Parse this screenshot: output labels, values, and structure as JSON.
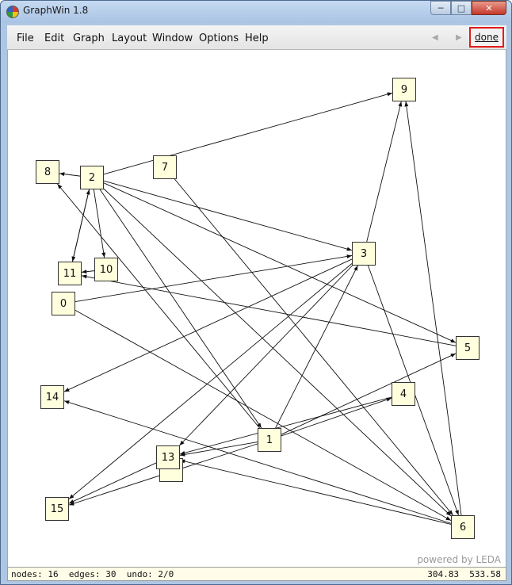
{
  "window": {
    "title": "GraphWin 1.8"
  },
  "menu": {
    "items": [
      {
        "name": "menu-file",
        "label": "File"
      },
      {
        "name": "menu-edit",
        "label": "Edit"
      },
      {
        "name": "menu-graph",
        "label": "Graph"
      },
      {
        "name": "menu-layout",
        "label": "Layout"
      },
      {
        "name": "menu-window",
        "label": "Window"
      },
      {
        "name": "menu-options",
        "label": "Options"
      },
      {
        "name": "menu-help",
        "label": "Help"
      }
    ],
    "done_label": "done"
  },
  "graph": {
    "node_count": 16,
    "edge_count": 30,
    "edges": [
      [
        2,
        8
      ],
      [
        2,
        9
      ],
      [
        2,
        3
      ],
      [
        2,
        5
      ],
      [
        2,
        11
      ],
      [
        2,
        10
      ],
      [
        2,
        6
      ],
      [
        2,
        1
      ],
      [
        11,
        2
      ],
      [
        10,
        11
      ],
      [
        0,
        3
      ],
      [
        0,
        6
      ],
      [
        3,
        9
      ],
      [
        3,
        14
      ],
      [
        3,
        13
      ],
      [
        3,
        15
      ],
      [
        3,
        6
      ],
      [
        5,
        11
      ],
      [
        1,
        3
      ],
      [
        1,
        4
      ],
      [
        1,
        5
      ],
      [
        1,
        8
      ],
      [
        1,
        13
      ],
      [
        1,
        15
      ],
      [
        4,
        13
      ],
      [
        6,
        9
      ],
      [
        6,
        14
      ],
      [
        6,
        13
      ],
      [
        13,
        15
      ],
      [
        7,
        6
      ]
    ],
    "labels": [
      "0",
      "1",
      "2",
      "3",
      "4",
      "5",
      "6",
      "7",
      "8",
      "9",
      "10",
      "11",
      "13",
      "14",
      "15"
    ]
  },
  "watermark": "powered by LEDA",
  "status": {
    "left": "nodes: 16  edges: 30  undo: 2/0",
    "right": "304.83  533.58"
  },
  "colors": {
    "node_fill": "#ffffdd",
    "done_highlight": "#e21b1b"
  }
}
